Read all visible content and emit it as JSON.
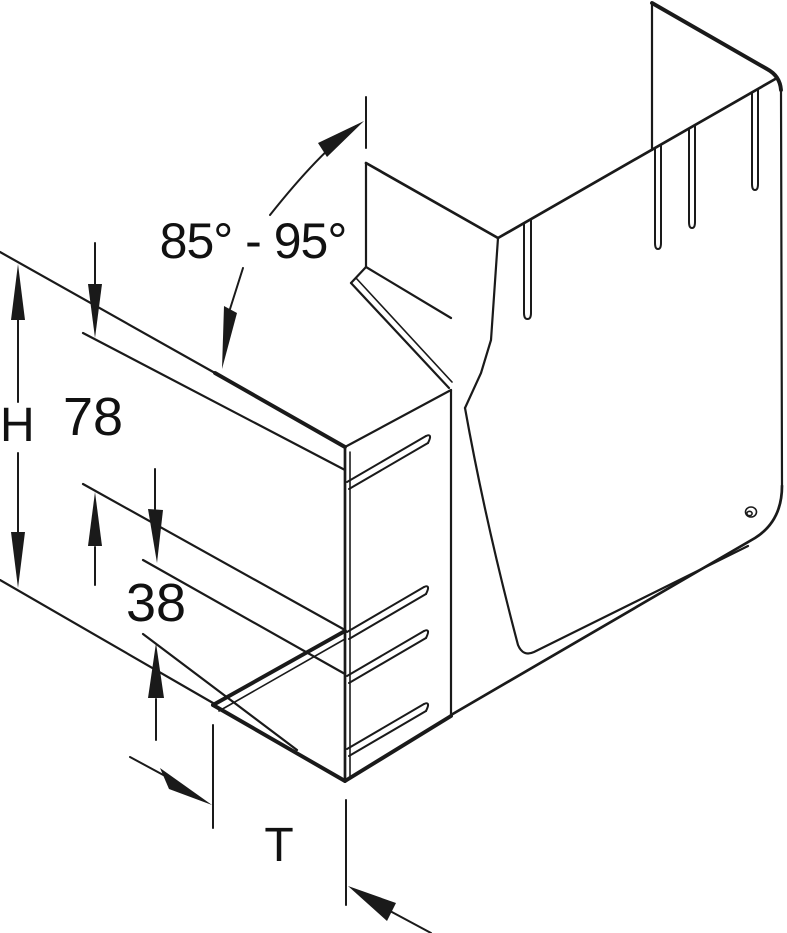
{
  "drawing": {
    "background": "#ffffff",
    "line_color": "#1a1a1a",
    "kind": "isometric line drawing of adjustable corner duct fitting",
    "dimensions": {
      "angle_range": "85° - 95°",
      "height": "H",
      "upper_spacing": "78",
      "lower_spacing": "38",
      "depth": "T"
    }
  }
}
